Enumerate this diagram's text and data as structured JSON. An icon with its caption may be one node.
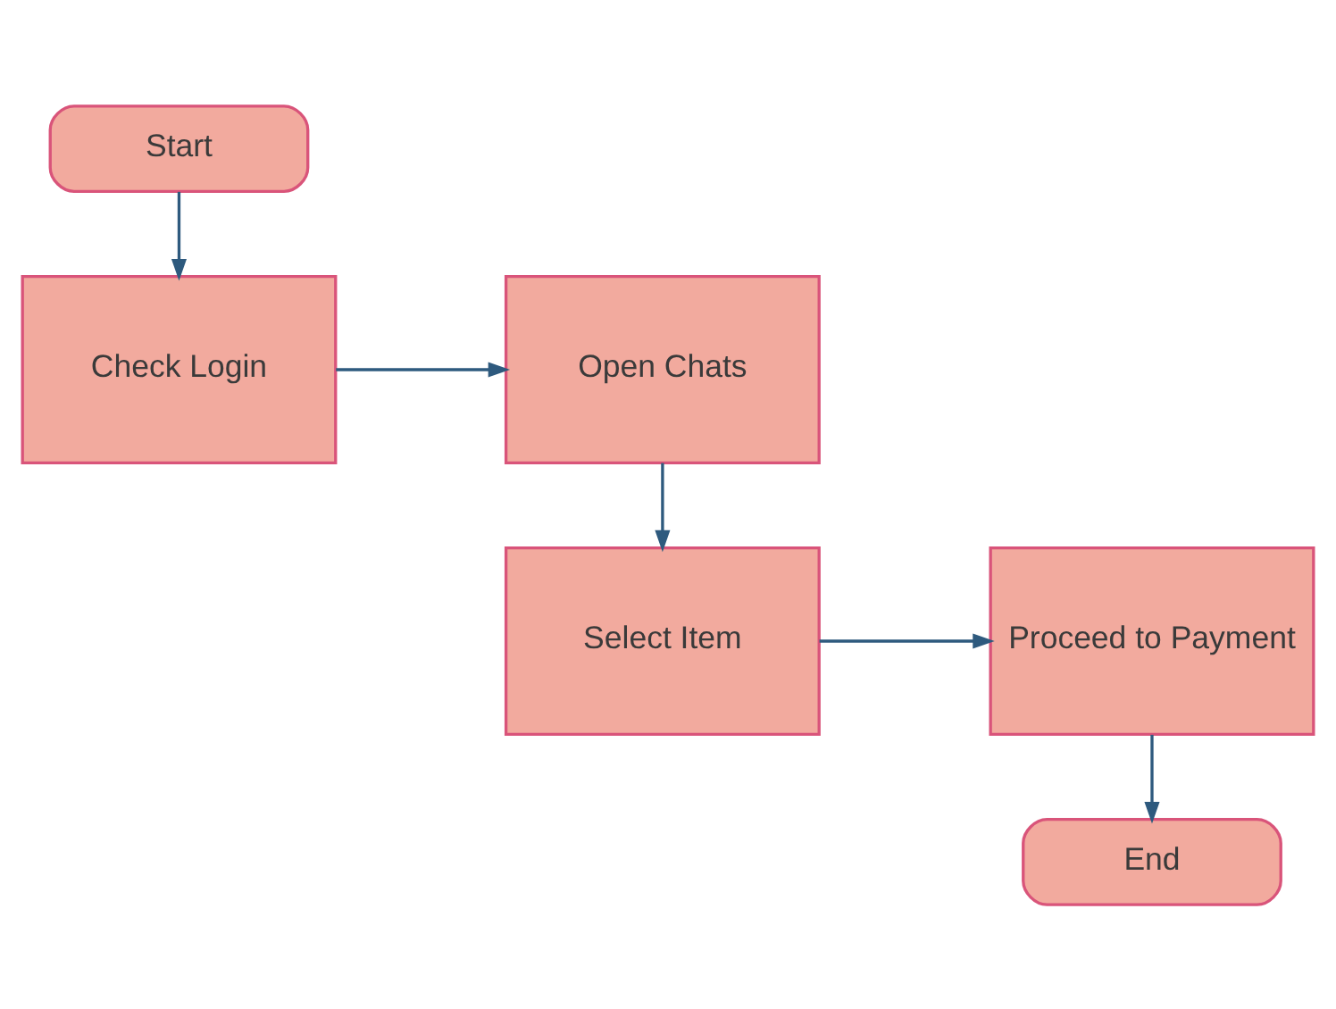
{
  "diagram": {
    "nodes": [
      {
        "text": [
          "Start"
        ]
      },
      {
        "text": [
          "Check Login"
        ]
      },
      {
        "text": [
          "Open Chats"
        ]
      },
      {
        "text": [
          "Select Item"
        ]
      },
      {
        "text": [
          "Proceed to Payment"
        ]
      },
      {
        "text": [
          "End"
        ]
      }
    ],
    "edges": [
      {
        "from": 0,
        "to": 1,
        "arrow": "to"
      },
      {
        "from": 1,
        "to": 2,
        "arrow": "to"
      },
      {
        "from": 2,
        "to": 3,
        "arrow": "to"
      },
      {
        "from": 3,
        "to": 4,
        "arrow": "to"
      },
      {
        "from": 4,
        "to": 5,
        "arrow": "to"
      }
    ]
  }
}
